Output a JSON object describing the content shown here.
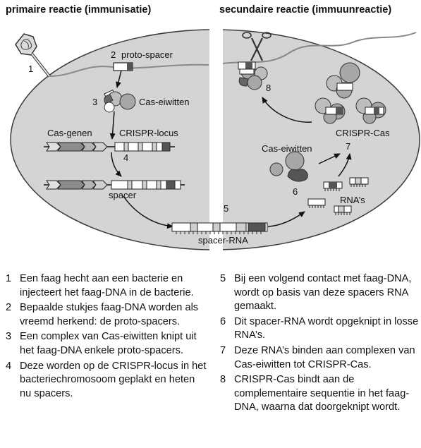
{
  "headers": {
    "left": "primaire reactie (immunisatie)",
    "right": "secundaire reactie (immuunreactie)"
  },
  "labels": {
    "n1": "1",
    "n2": "2",
    "proto_spacer": "proto-spacer",
    "n3": "3",
    "cas_eiwitten_left": "Cas-eiwitten",
    "cas_genen": "Cas-genen",
    "crispr_locus": "CRISPR-locus",
    "n4": "4",
    "spacer": "spacer",
    "n5": "5",
    "spacer_rna": "spacer-RNA",
    "n6": "6",
    "rnas": "RNA’s",
    "cas_eiwitten_right": "Cas-eiwitten",
    "n7": "7",
    "crispr_cas": "CRISPR-Cas",
    "n8": "8"
  },
  "legend": [
    {
      "num": "1",
      "text": "Een faag hecht aan een bacterie en injecteert het faag-DNA in de bacterie."
    },
    {
      "num": "2",
      "text": "Bepaalde stukjes faag-DNA worden als vreemd herkend: de proto-spacers."
    },
    {
      "num": "3",
      "text": "Een complex van Cas-eiwitten knipt uit het faag-DNA enkele proto-spacers."
    },
    {
      "num": "4",
      "text": "Deze worden op de CRISPR-locus in het bacteriechromosoom geplakt en heten nu spacers."
    },
    {
      "num": "5",
      "text": "Bij een volgend contact met faag-DNA, wordt op basis van deze spacers RNA gemaakt."
    },
    {
      "num": "6",
      "text": "Dit spacer-RNA wordt opgeknipt in losse RNA’s."
    },
    {
      "num": "7",
      "text": "Deze RNA’s binden aan complexen van Cas-eiwitten tot CRISPR-Cas."
    },
    {
      "num": "8",
      "text": "CRISPR-Cas bindt aan de complementaire sequentie in het faag-DNA, waarna dat doorgeknipt wordt."
    }
  ],
  "colors": {
    "cell_fill": "#d4d4d4",
    "cell_stroke": "#3a3a3a",
    "protein_fill": "#a7a7a7",
    "dark_segment": "#555555",
    "gene_fill": "#8c8c8c"
  }
}
